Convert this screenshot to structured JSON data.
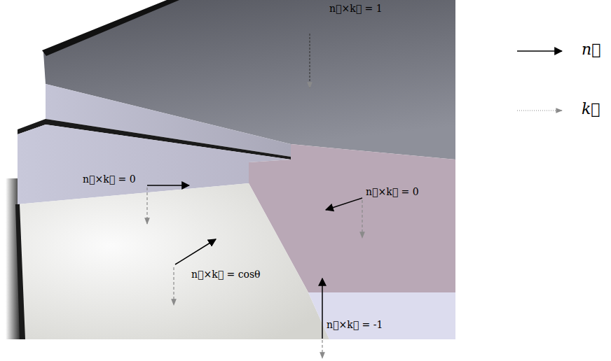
{
  "diagram": {
    "labels": [
      "n⃗×k⃗ = 1",
      "n⃗×k⃗ = 0",
      "n⃗×k⃗ = 0",
      "n⃗×k⃗ = cosθ",
      "n⃗×k⃗ = -1"
    ],
    "legend": [
      {
        "text": "n⃗"
      },
      {
        "text": "k⃗"
      }
    ]
  }
}
